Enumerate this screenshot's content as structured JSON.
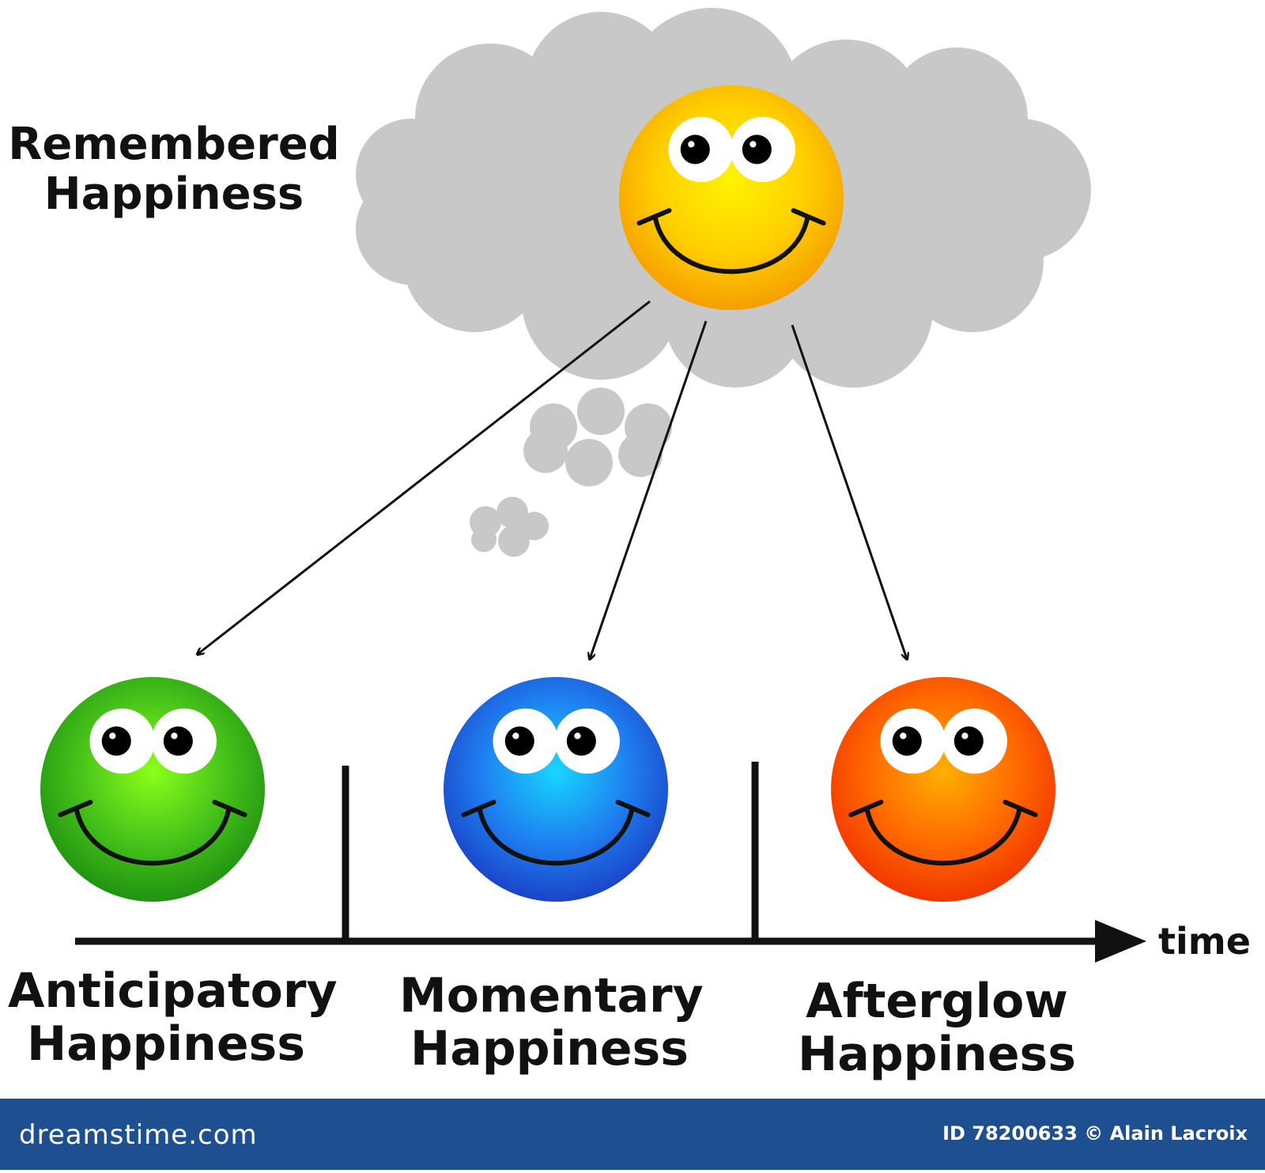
{
  "labels": {
    "remembered": [
      "Remembered",
      "Happiness"
    ],
    "anticipatory": [
      "Anticipatory",
      "Happiness"
    ],
    "momentary": [
      "Momentary",
      "Happiness"
    ],
    "afterglow": [
      "Afterglow",
      "Happiness"
    ],
    "time": "time"
  },
  "faces": {
    "remembered": {
      "color": "#ffd000",
      "highlight": "#fff200",
      "edge": "#f59a00"
    },
    "anticipatory": {
      "color": "#46c21a",
      "highlight": "#8cff1a",
      "edge": "#1d8f10"
    },
    "momentary": {
      "color": "#1f7ff0",
      "highlight": "#17d6ff",
      "edge": "#1a3fc4"
    },
    "afterglow": {
      "color": "#ff6a00",
      "highlight": "#ffb000",
      "edge": "#f03200"
    }
  },
  "colors": {
    "cloud": "#c8c8c8",
    "line": "#111111",
    "footer": "#1d4f91"
  },
  "footer": {
    "brand": "dreamstime.com",
    "credit": "ID 78200633 © Alain Lacroix"
  }
}
